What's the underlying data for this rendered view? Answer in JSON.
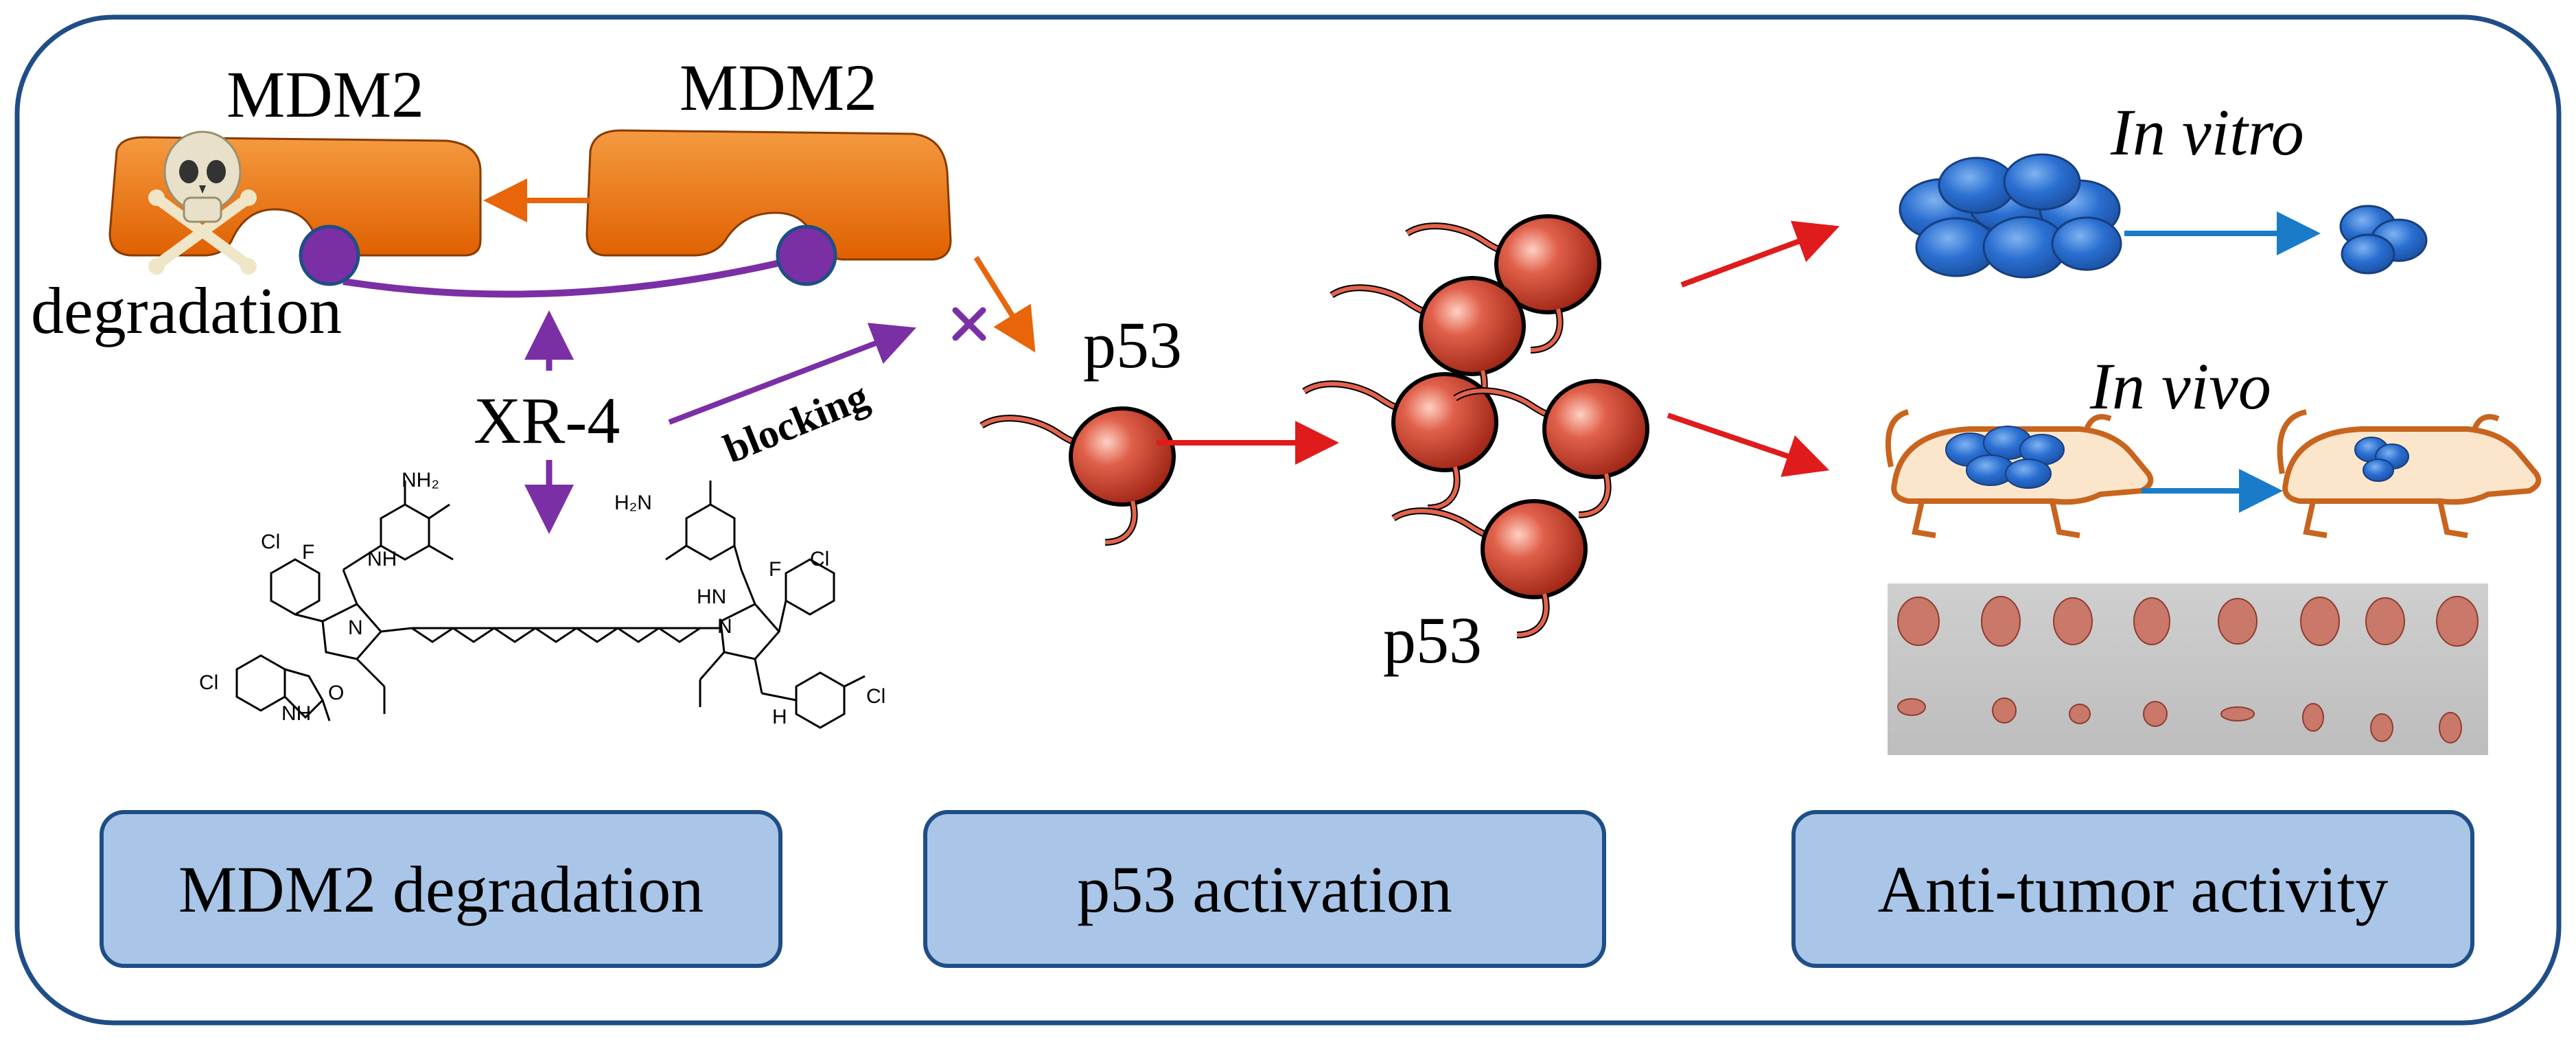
{
  "labels": {
    "mdm2_left": "MDM2",
    "mdm2_right": "MDM2",
    "degradation": "degradation",
    "compound": "XR-4",
    "blocking": "blocking",
    "p53_single": "p53",
    "p53_group": "p53",
    "in_vitro": "In vitro",
    "in_vivo": "In vivo"
  },
  "boxes": {
    "mdm2_degradation": "MDM2 degradation",
    "p53_activation": "p53 activation",
    "anti_tumor_activity": "Anti-tumor activity"
  },
  "chem_atoms": {
    "nh2_left": "NH₂",
    "nh2_right": "H₂N",
    "cl_1": "Cl",
    "cl_2": "Cl",
    "cl_3": "Cl",
    "cl_4": "Cl",
    "f_1": "F",
    "f_2": "F",
    "nh_1": "NH",
    "nh_2": "HN",
    "n_1": "N",
    "n_2": "N",
    "o_label": "O",
    "nh_ring1": "NH",
    "nh_ring2": "H"
  },
  "colors": {
    "frame": "#1f4e86",
    "mdm2": "#e8650a",
    "purple": "#7b2fa5",
    "red_arrow": "#e01b1b",
    "blue_arrow": "#1a7cc9",
    "cell_blue": "#2a6fd1",
    "box_fill": "#a9c5e8",
    "mouse_outline": "#c8641e",
    "mouse_fill": "#fbe6cc"
  },
  "icons": [
    "skull-crossbones-icon",
    "p53-protein-icon",
    "tumor-cell-cluster-icon",
    "mouse-icon",
    "tumor-photo"
  ]
}
